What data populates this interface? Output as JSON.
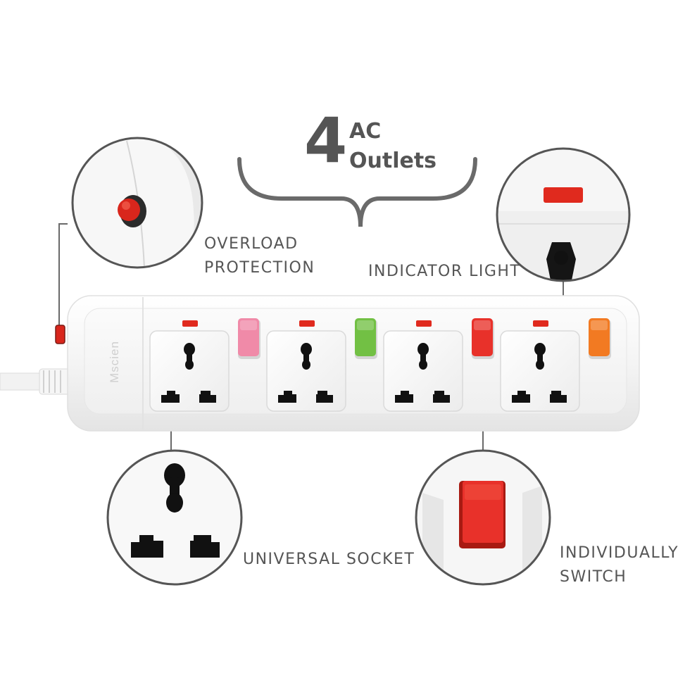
{
  "title": {
    "count": "4",
    "line1": "AC",
    "line2": "Outlets"
  },
  "brand": "Mscien",
  "callouts": {
    "overload": [
      "OVERLOAD",
      "PROTECTION"
    ],
    "indicator": "INDICATOR LIGHT",
    "socket": "UNIVERSAL SOCKET",
    "switch": [
      "INDIVIDUALLY",
      "SWITCH"
    ]
  },
  "outlets": [
    {
      "switch_color": "#f08aa8"
    },
    {
      "switch_color": "#72c044"
    },
    {
      "switch_color": "#e8312a"
    },
    {
      "switch_color": "#f27a22"
    }
  ],
  "colors": {
    "text": "#555555",
    "indicator": "#e02a1e",
    "overload_button": "#d9261c",
    "strip_body": "#f3f3f3",
    "socket_holes": "#111111"
  }
}
